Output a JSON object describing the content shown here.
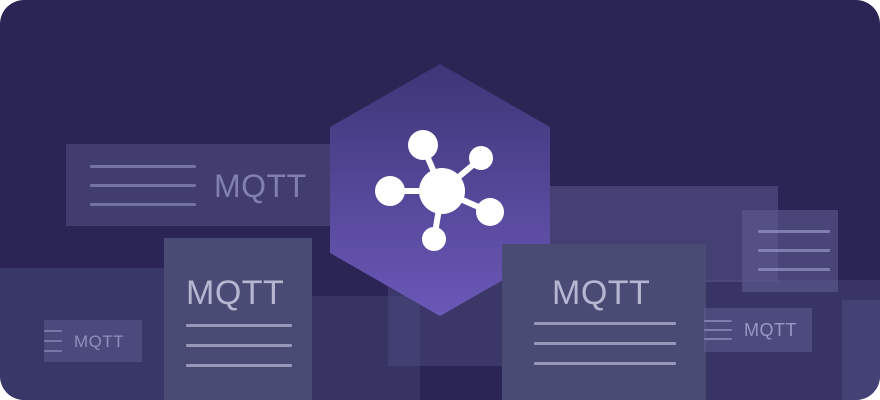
{
  "illustration": {
    "background_color": "#2a2555",
    "accent_color": "#6b58b8",
    "center_icon": "network-hub-icon",
    "cards": [
      {
        "label": "MQTT"
      },
      {
        "label": "MQTT"
      },
      {
        "label": "MQTT"
      },
      {
        "label": "MQTT"
      },
      {
        "label": "MQTT"
      }
    ]
  }
}
